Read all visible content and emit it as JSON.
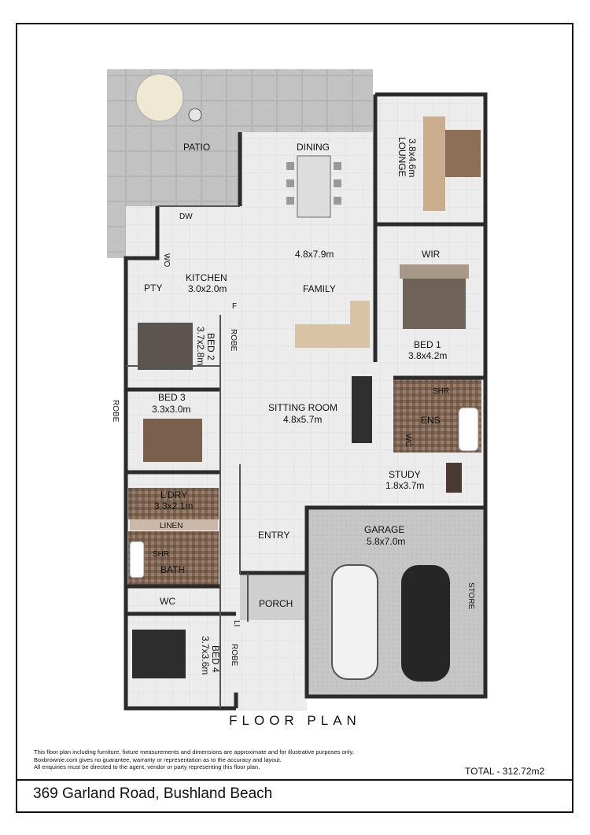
{
  "title": "FLOOR PLAN",
  "address": "369 Garland Road, Bushland Beach",
  "total": "TOTAL  - 312.72m2",
  "disclaimer": [
    "This floor plan including furniture, fixture measurements and dimensions are approximate and for illustrative purposes only.",
    "Boxbrownie.com gives no guarantee, warranty or representation as to the accuracy and layout.",
    " All enquiries must be directed to the agent, vendor or party representing this floor plan."
  ],
  "rooms": {
    "patio": "PATIO",
    "dining": "DINING",
    "dining_family_dim": "4.8x7.9m",
    "lounge": "LOUNGE",
    "lounge_dim": "3.8x4.6m",
    "kitchen": "KITCHEN",
    "kitchen_dim": "3.0x2.0m",
    "pty": "PTY",
    "dw": "DW",
    "wo_kitchen": "WO",
    "fridge": "F",
    "family": "FAMILY",
    "wir": "WIR",
    "bed1": "BED 1",
    "bed1_dim": "3.8x4.2m",
    "bed2": "BED 2",
    "bed2_dim": "3.7x2.8m",
    "robe_bed2": "ROBE",
    "bed3": "BED 3",
    "bed3_dim": "3.3x3.0m",
    "robe_bed3": "ROBE",
    "sitting": "SITTING ROOM",
    "sitting_dim": "4.8x5.7m",
    "shr_ens": "SHR",
    "ens": "ENS",
    "wc_ens": "WC",
    "study": "STUDY",
    "study_dim": "1.8x3.7m",
    "ldry": "L'DRY",
    "ldry_dim": "3.3x2.1m",
    "linen": "LINEN",
    "shr_bath": "SHR",
    "bath": "BATH",
    "wc_bath": "WC",
    "entry": "ENTRY",
    "garage": "GARAGE",
    "garage_dim": "5.8x7.0m",
    "porch": "PORCH",
    "store": "STORE",
    "li": "LI",
    "bed4": "BED 4",
    "bed4_dim": "3.7x3.6m",
    "robe_bed4": "ROBE"
  },
  "colors": {
    "wall": "#2b2b2b",
    "floor": "#ececec",
    "patio": "#b9b9b9",
    "tile": "#8a6f5c",
    "garage": "#c9c9c9"
  }
}
